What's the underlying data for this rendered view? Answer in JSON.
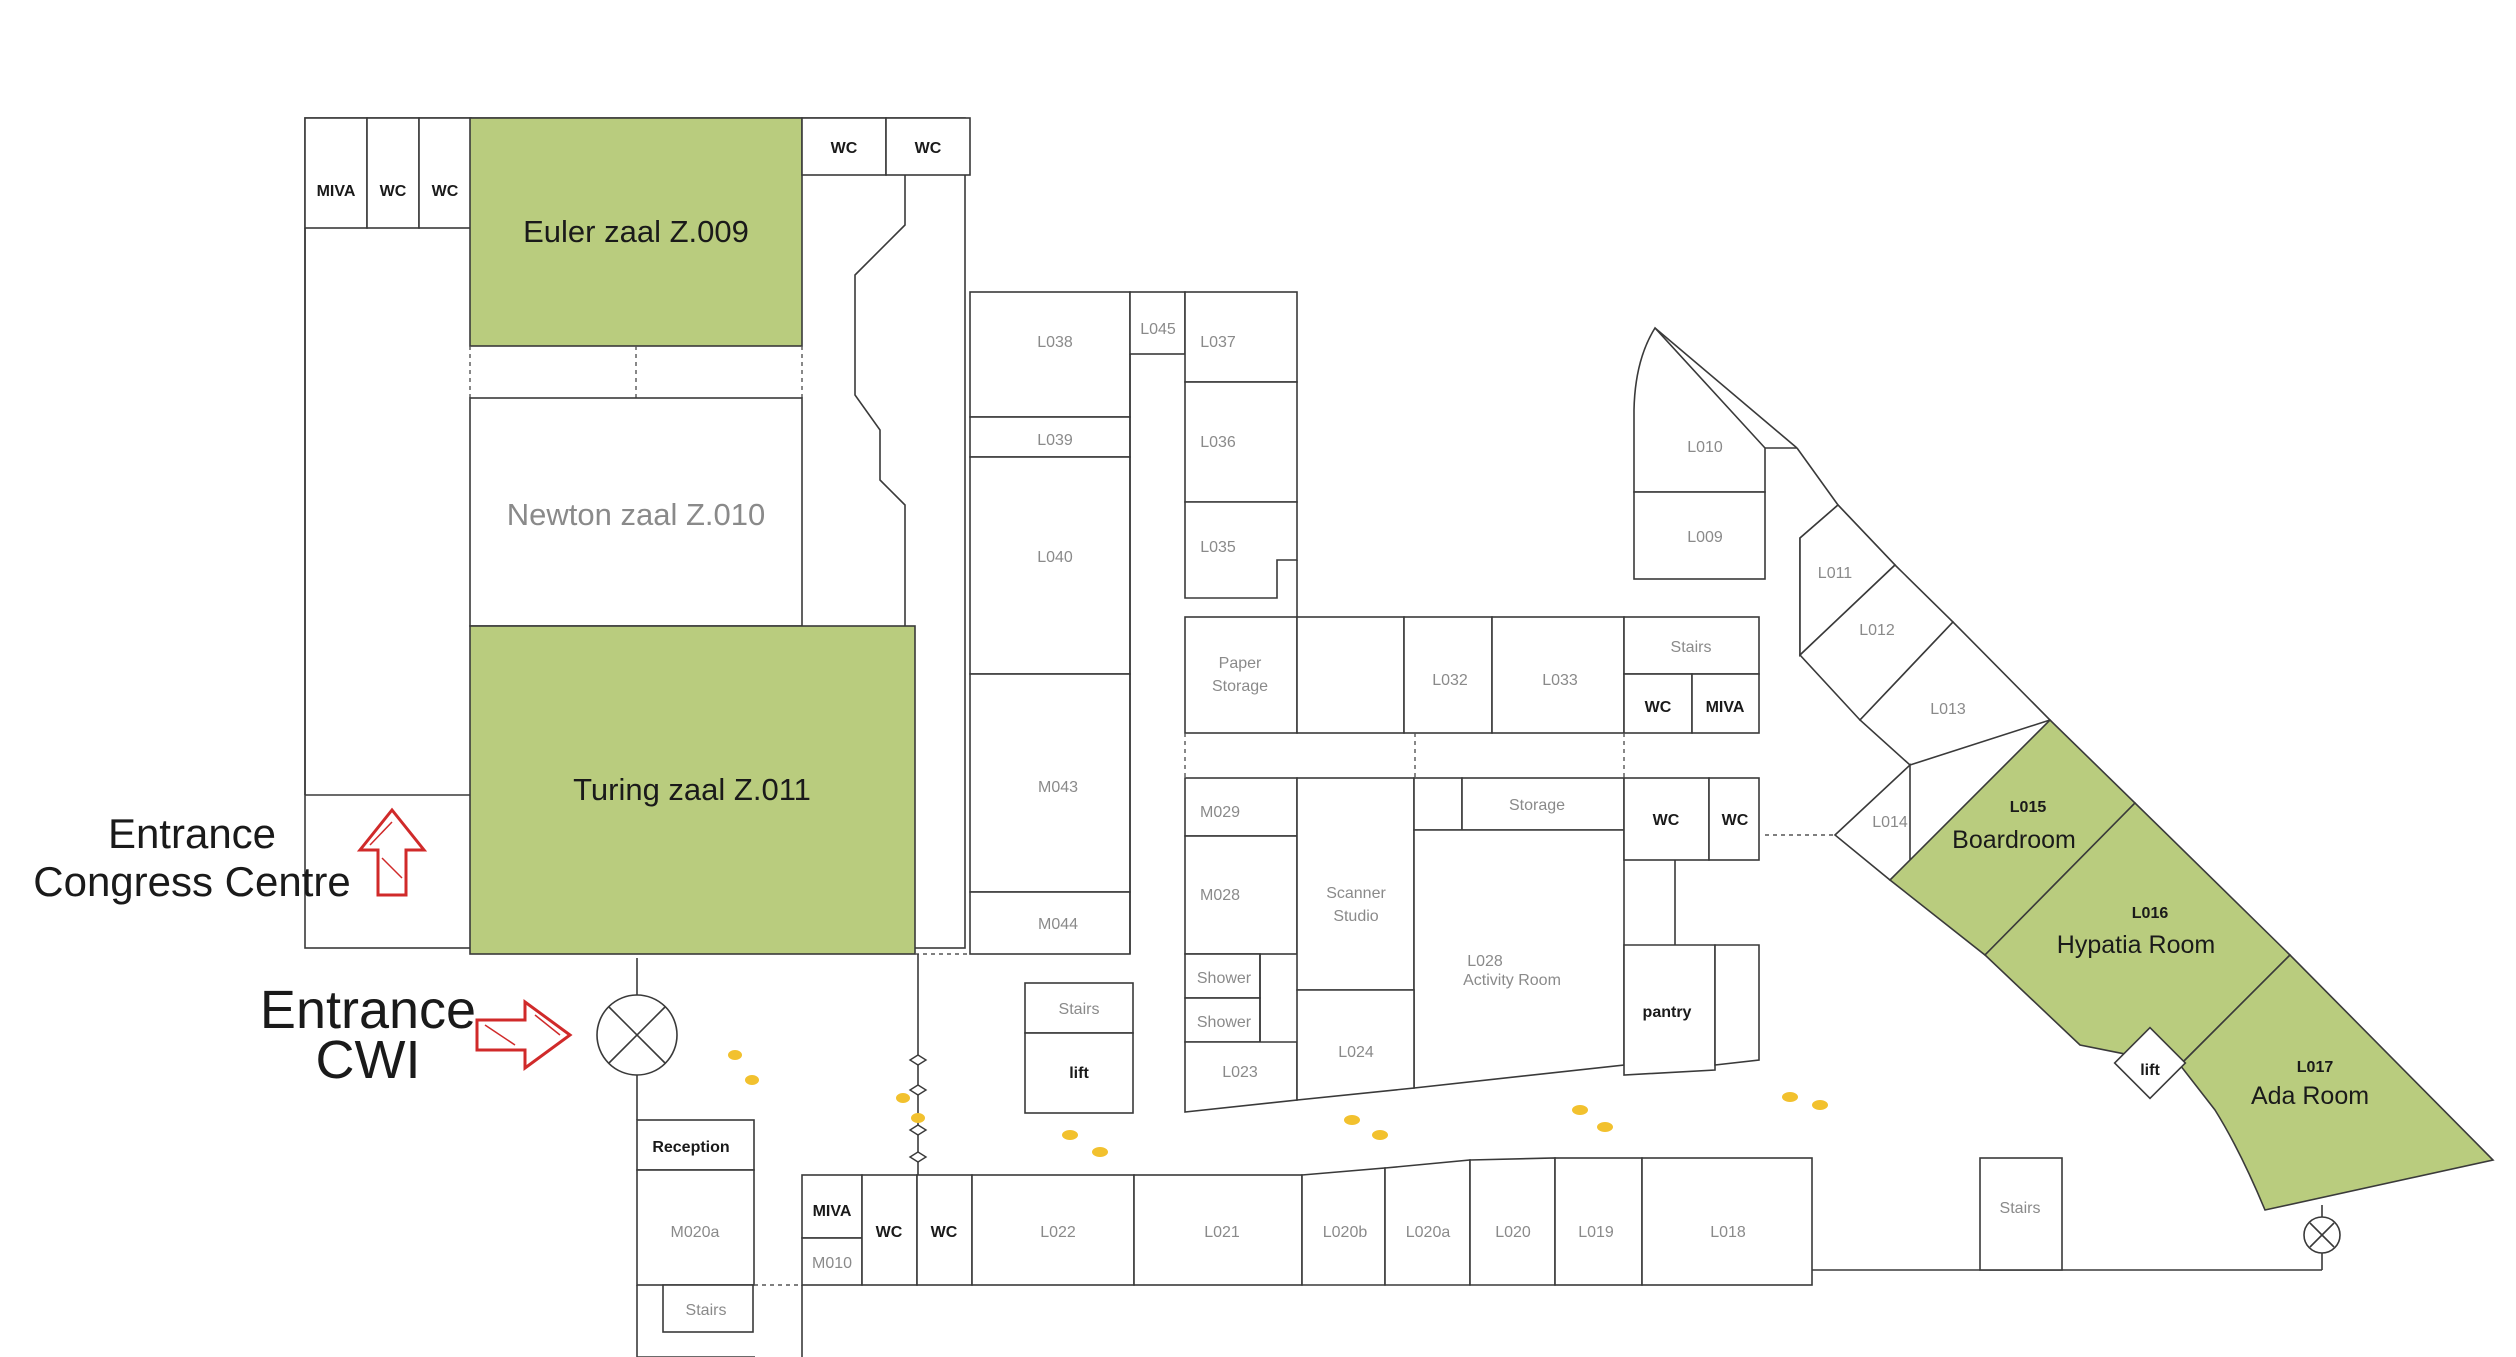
{
  "rooms": {
    "euler": "Euler zaal Z.009",
    "newton": "Newton zaal Z.010",
    "turing": "Turing zaal Z.011",
    "miva_top": "MIVA",
    "wc_top1": "WC",
    "wc_top2": "WC",
    "wc_top3": "WC",
    "wc_top4": "WC",
    "l038": "L038",
    "l045": "L045",
    "l037": "L037",
    "l039": "L039",
    "l036": "L036",
    "l040": "L040",
    "l035": "L035",
    "m043": "M043",
    "m044": "M044",
    "paper_storage_1": "Paper",
    "paper_storage_2": "Storage",
    "l032": "L032",
    "l033": "L033",
    "stairs_mid": "Stairs",
    "wc_mid": "WC",
    "miva_mid": "MIVA",
    "m029": "M029",
    "m028": "M028",
    "scanner_1": "Scanner",
    "scanner_2": "Studio",
    "storage": "Storage",
    "l028_1": "L028",
    "l028_2": "Activity Room",
    "wc_r1": "WC",
    "wc_r2": "WC",
    "shower1": "Shower",
    "shower2": "Shower",
    "l023": "L023",
    "l024": "L024",
    "pantry": "pantry",
    "stairs_lift": "Stairs",
    "lift_mid": "lift",
    "l010": "L010",
    "l009": "L009",
    "l011": "L011",
    "l012": "L012",
    "l013": "L013",
    "l014": "L014",
    "l015": "L015",
    "boardroom": "Boardroom",
    "l016": "L016",
    "hypatia": "Hypatia Room",
    "l017": "L017",
    "ada": "Ada Room",
    "lift_right": "lift",
    "reception": "Reception",
    "m020a": "M020a",
    "stairs_bl": "Stairs",
    "miva_bot": "MIVA",
    "m010": "M010",
    "wc_b1": "WC",
    "wc_b2": "WC",
    "l022": "L022",
    "l021": "L021",
    "l020b": "L020b",
    "l020a": "L020a",
    "l020": "L020",
    "l019": "L019",
    "l018": "L018",
    "stairs_br": "Stairs"
  },
  "entrances": {
    "congress_1": "Entrance",
    "congress_2": "Congress Centre",
    "cwi_1": "Entrance",
    "cwi_2": "CWI"
  },
  "colors": {
    "meeting_room": "#b9cc7e",
    "footprints": "#f2c12e",
    "entrance_arrow": "#d02a2a"
  }
}
